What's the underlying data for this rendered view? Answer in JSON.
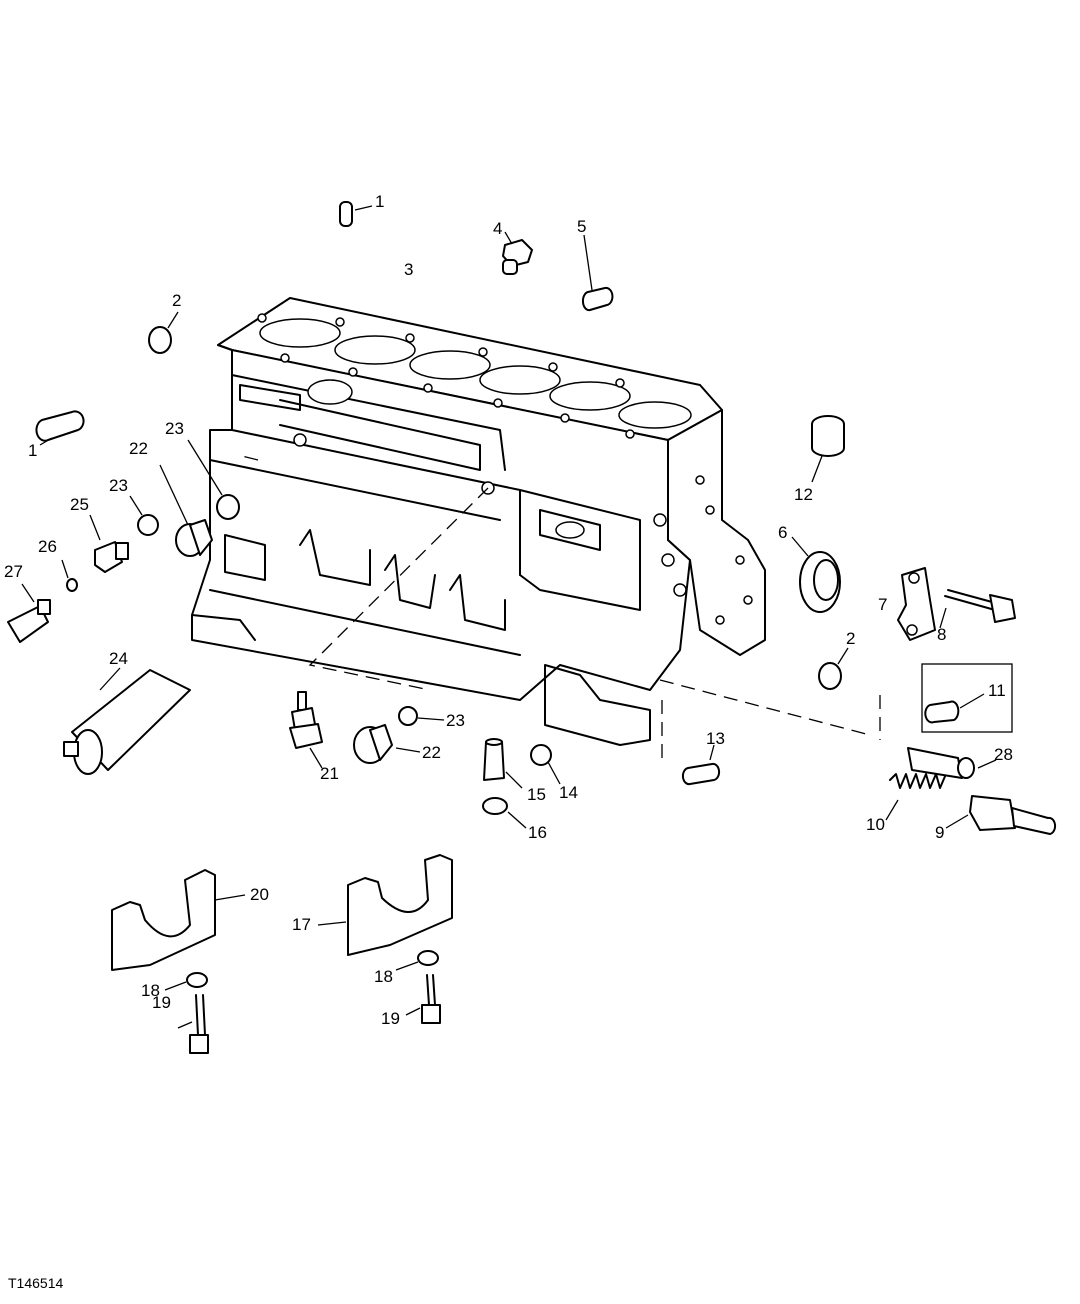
{
  "figure_id": "T146514",
  "callouts": {
    "c1a": "1",
    "c1b": "1",
    "c2a": "2",
    "c2b": "2",
    "c3": "3",
    "c4": "4",
    "c5": "5",
    "c6": "6",
    "c7": "7",
    "c8": "8",
    "c9": "9",
    "c10": "10",
    "c11": "11",
    "c12": "12",
    "c13": "13",
    "c14": "14",
    "c15": "15",
    "c16": "16",
    "c17": "17",
    "c18a": "18",
    "c18b": "18",
    "c19a": "19",
    "c19b": "19",
    "c20": "20",
    "c21": "21",
    "c22a": "22",
    "c22b": "22",
    "c23a": "23",
    "c23b": "23",
    "c23c": "23",
    "c24": "24",
    "c25": "25",
    "c26": "26",
    "c27": "27",
    "c28": "28"
  }
}
